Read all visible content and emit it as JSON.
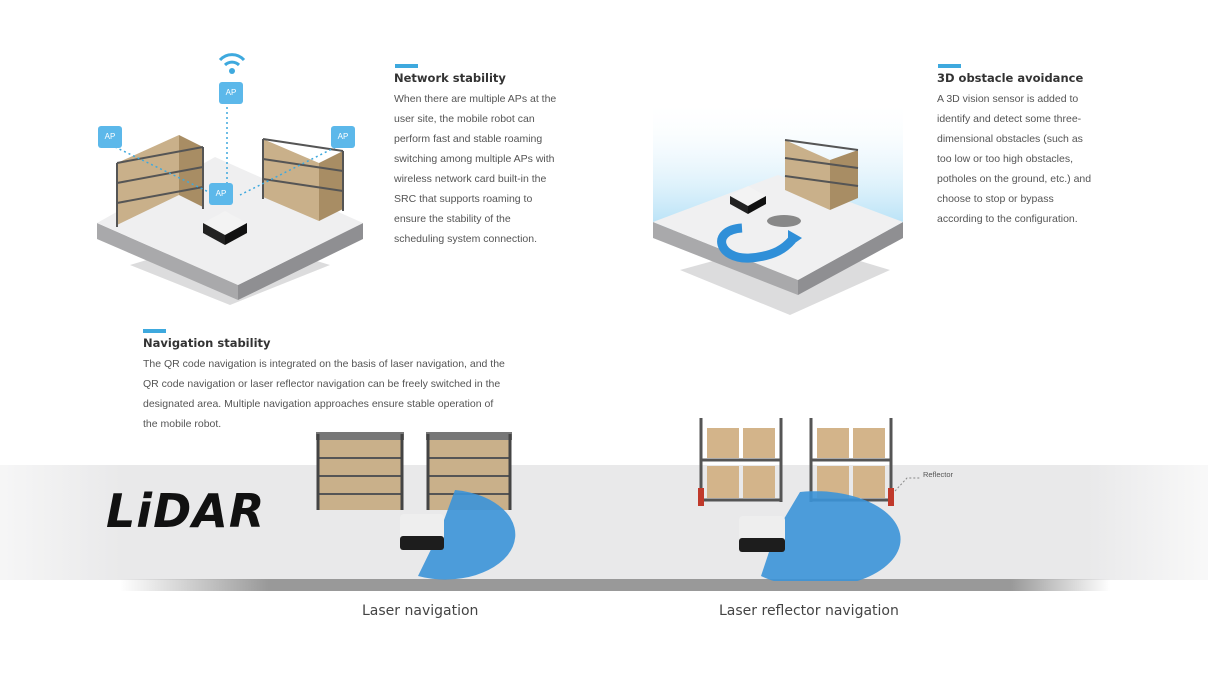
{
  "network": {
    "title": "Network stability",
    "body": "When there are multiple APs at the user site, the mobile robot can perform fast and stable roaming switching among multiple APs with wireless network card built-in the SRC that supports roaming to ensure the stability of the scheduling system connection."
  },
  "obstacle": {
    "title": "3D obstacle avoidance",
    "body": "A 3D vision sensor is added to identify and detect some three-dimensional obstacles (such as too low or too high obstacles, potholes on the ground, etc.) and choose to stop or bypass according to the configuration."
  },
  "navigation": {
    "title": "Navigation stability",
    "body": "The QR code navigation is integrated on the basis of laser navigation, and the QR code navigation or laser reflector navigation can be freely switched in the designated area. Multiple navigation approaches ensure stable operation of the mobile robot."
  },
  "logo": {
    "text": "LiDAR"
  },
  "ap_label": "AP",
  "reflector_label": "Reflector",
  "captions": {
    "laser": "Laser navigation",
    "reflector": "Laser reflector navigation"
  },
  "colors": {
    "accent": "#3ea9de",
    "floor": "#e9e9ea",
    "scan": "#3b93d8"
  },
  "icons": [
    "wifi-icon",
    "ap-cube-icon",
    "robot-icon",
    "shelf-icon",
    "bypass-arrow-icon"
  ]
}
